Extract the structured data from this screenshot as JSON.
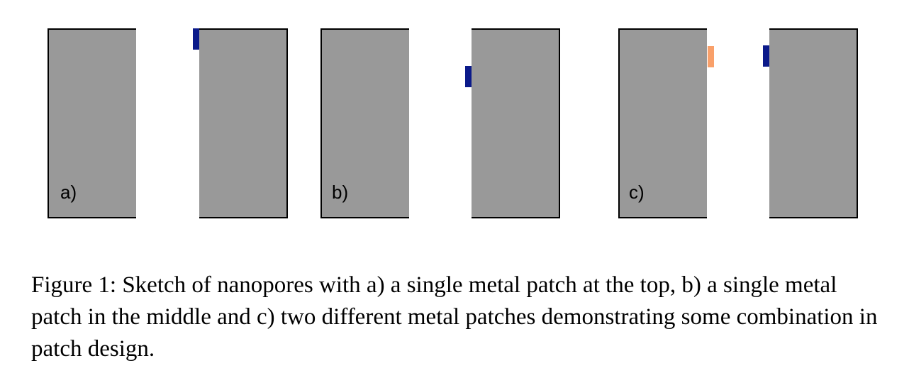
{
  "diagram": {
    "colors": {
      "wall": "#999999",
      "patch_dark_blue": "#0b1a8a",
      "patch_orange": "#f9a06a"
    },
    "panels": [
      {
        "label": "a)",
        "patches": [
          {
            "color": "#0b1a8a"
          }
        ]
      },
      {
        "label": "b)",
        "patches": [
          {
            "color": "#0b1a8a"
          }
        ]
      },
      {
        "label": "c)",
        "patches": [
          {
            "color": "#f9a06a"
          },
          {
            "color": "#0b1a8a"
          }
        ]
      }
    ]
  },
  "caption": {
    "text": "Figure 1: Sketch of nanopores with a) a single metal patch at the top, b) a single metal patch in the middle and c) two different metal patches demonstrating some combination in patch design."
  }
}
